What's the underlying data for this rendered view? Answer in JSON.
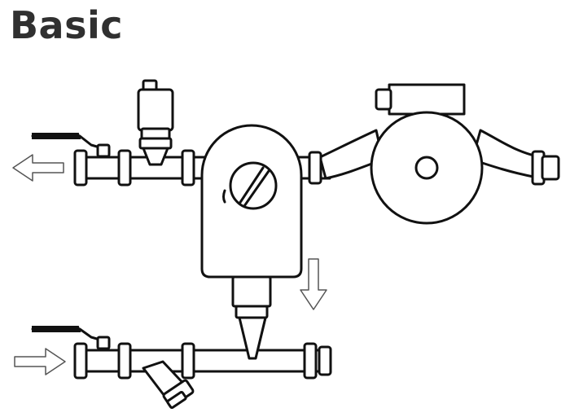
{
  "title": "Basic",
  "colors": {
    "outline": "#111111",
    "title": "#303030",
    "arrows": "#555555",
    "background": "#ffffff"
  },
  "components": [
    "supply-outlet-ball-valve",
    "electric-actuator-valve",
    "separator",
    "circulation-pump",
    "return-inlet-ball-valve",
    "strainer-filter",
    "drain-outlet"
  ],
  "arrows": [
    "outlet-arrow-left",
    "inlet-arrow-right",
    "drain-arrow-down"
  ]
}
